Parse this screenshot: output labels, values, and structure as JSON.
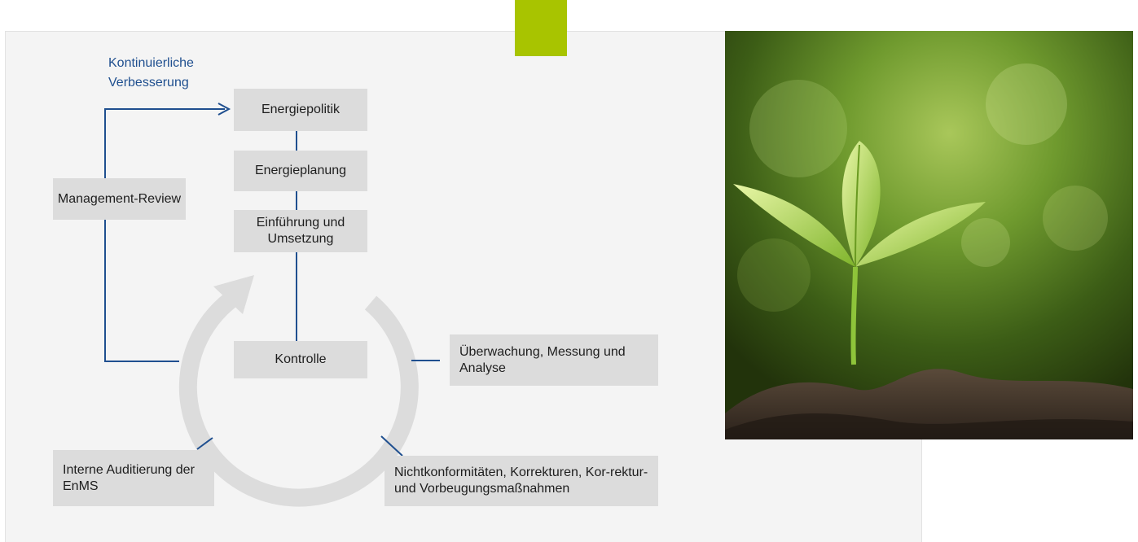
{
  "labels": {
    "continuous_improvement": "Kontinuierliche Verbesserung"
  },
  "boxes": {
    "energiepolitik": "Energiepolitik",
    "energieplanung": "Energieplanung",
    "einfuehrung": "Einführung und Umsetzung",
    "management_review": "Management-Review",
    "kontrolle": "Kontrolle",
    "ueberwachung": "Überwachung, Messung und Analyse",
    "interne_auditierung": "Interne Auditierung der EnMS",
    "nichtkonformitaeten": "Nichtkonformitäten, Korrekturen, Kor-rektur- und Vorbeugungsmaßnahmen"
  },
  "colors": {
    "accent_green": "#a8c400",
    "line_blue": "#1f4f8f",
    "box_gray": "#dcdcdc",
    "panel_gray": "#f4f4f4"
  },
  "image": {
    "subject": "plant-seedling-in-soil"
  }
}
